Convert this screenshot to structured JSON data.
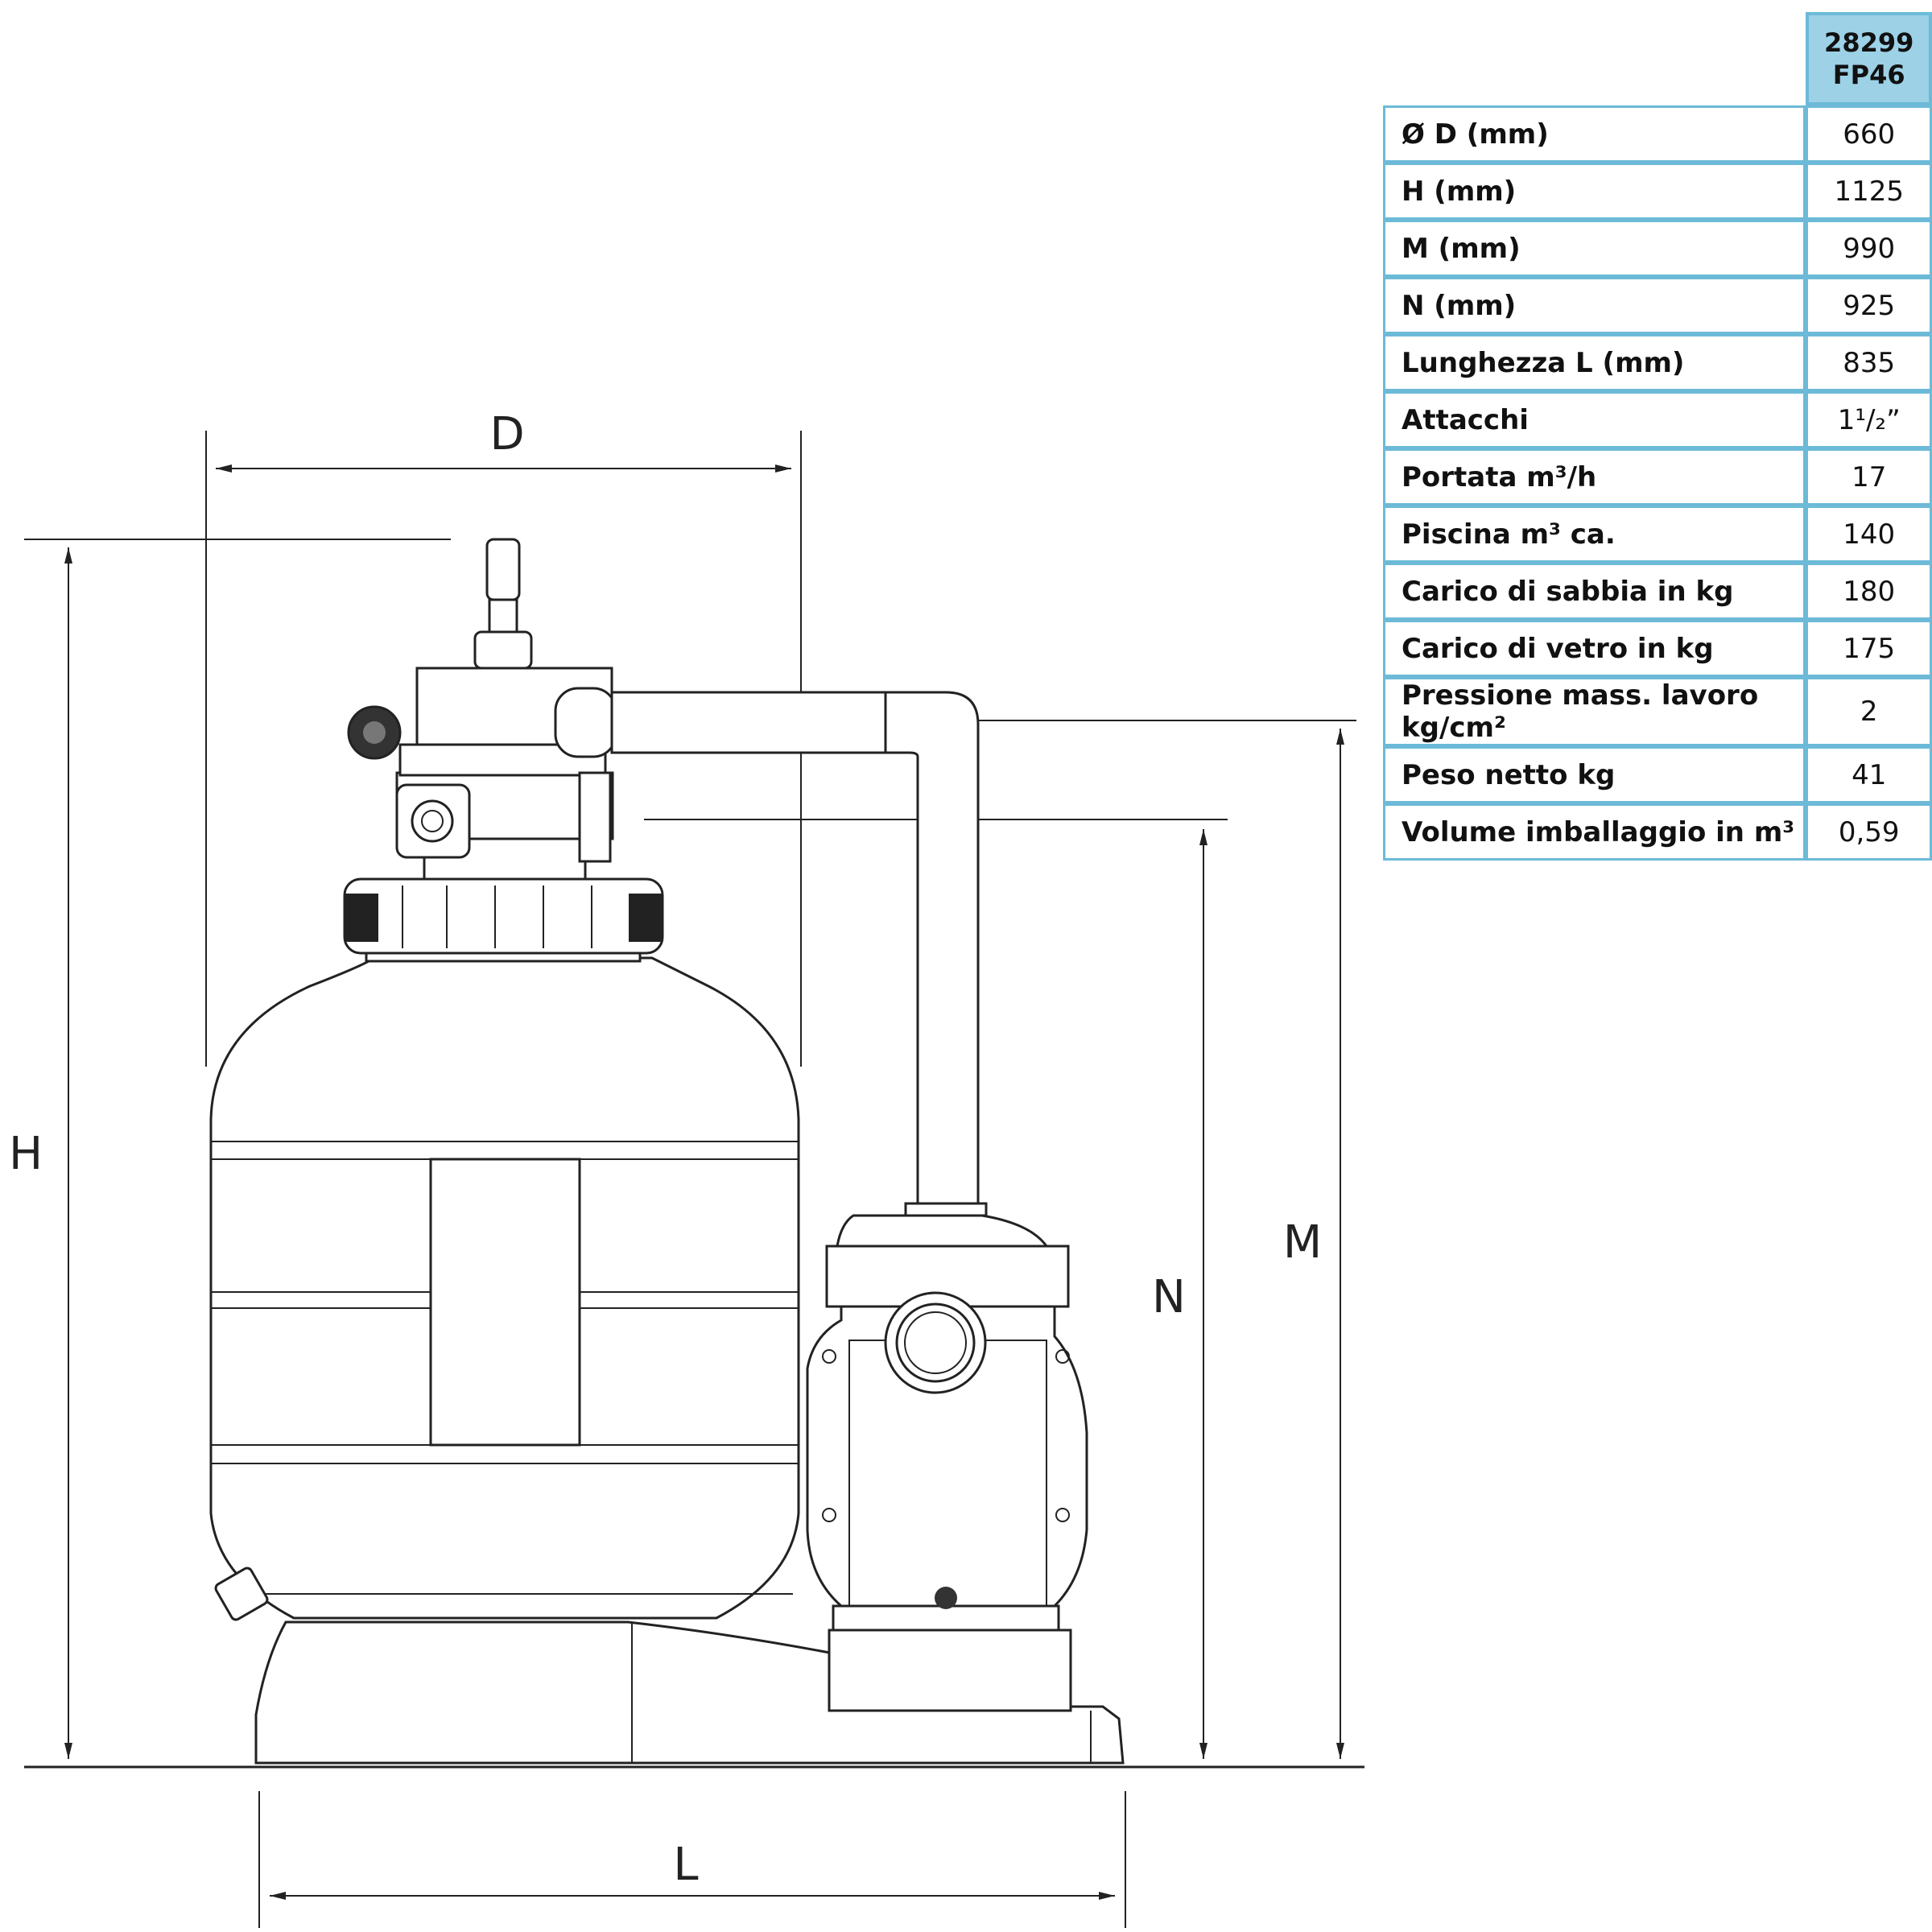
{
  "dimension_labels": {
    "D": "D",
    "H": "H",
    "M": "M",
    "N": "N",
    "L": "L"
  },
  "table": {
    "model_line1": "28299",
    "model_line2": "FP46",
    "rows": [
      {
        "label": "Ø D (mm)",
        "value": "660"
      },
      {
        "label": "H (mm)",
        "value": "1125"
      },
      {
        "label": "M (mm)",
        "value": "990"
      },
      {
        "label": "N (mm)",
        "value": "925"
      },
      {
        "label": "Lunghezza L (mm)",
        "value": "835"
      },
      {
        "label": "Attacchi",
        "value": "1¹/₂”"
      },
      {
        "label": "Portata m³/h",
        "value": "17"
      },
      {
        "label": "Piscina m³ ca.",
        "value": "140"
      },
      {
        "label": "Carico di sabbia in kg",
        "value": "180"
      },
      {
        "label": "Carico di vetro in kg",
        "value": "175"
      },
      {
        "label": "Pressione mass. lavoro kg/cm²",
        "value": "2"
      },
      {
        "label": "Peso netto kg",
        "value": "41"
      },
      {
        "label": "Volume imballaggio in m³",
        "value": "0,59"
      }
    ]
  },
  "colors": {
    "table_border": "#6cbad8",
    "header_fill": "#9cd1e6",
    "line": "#222222"
  }
}
